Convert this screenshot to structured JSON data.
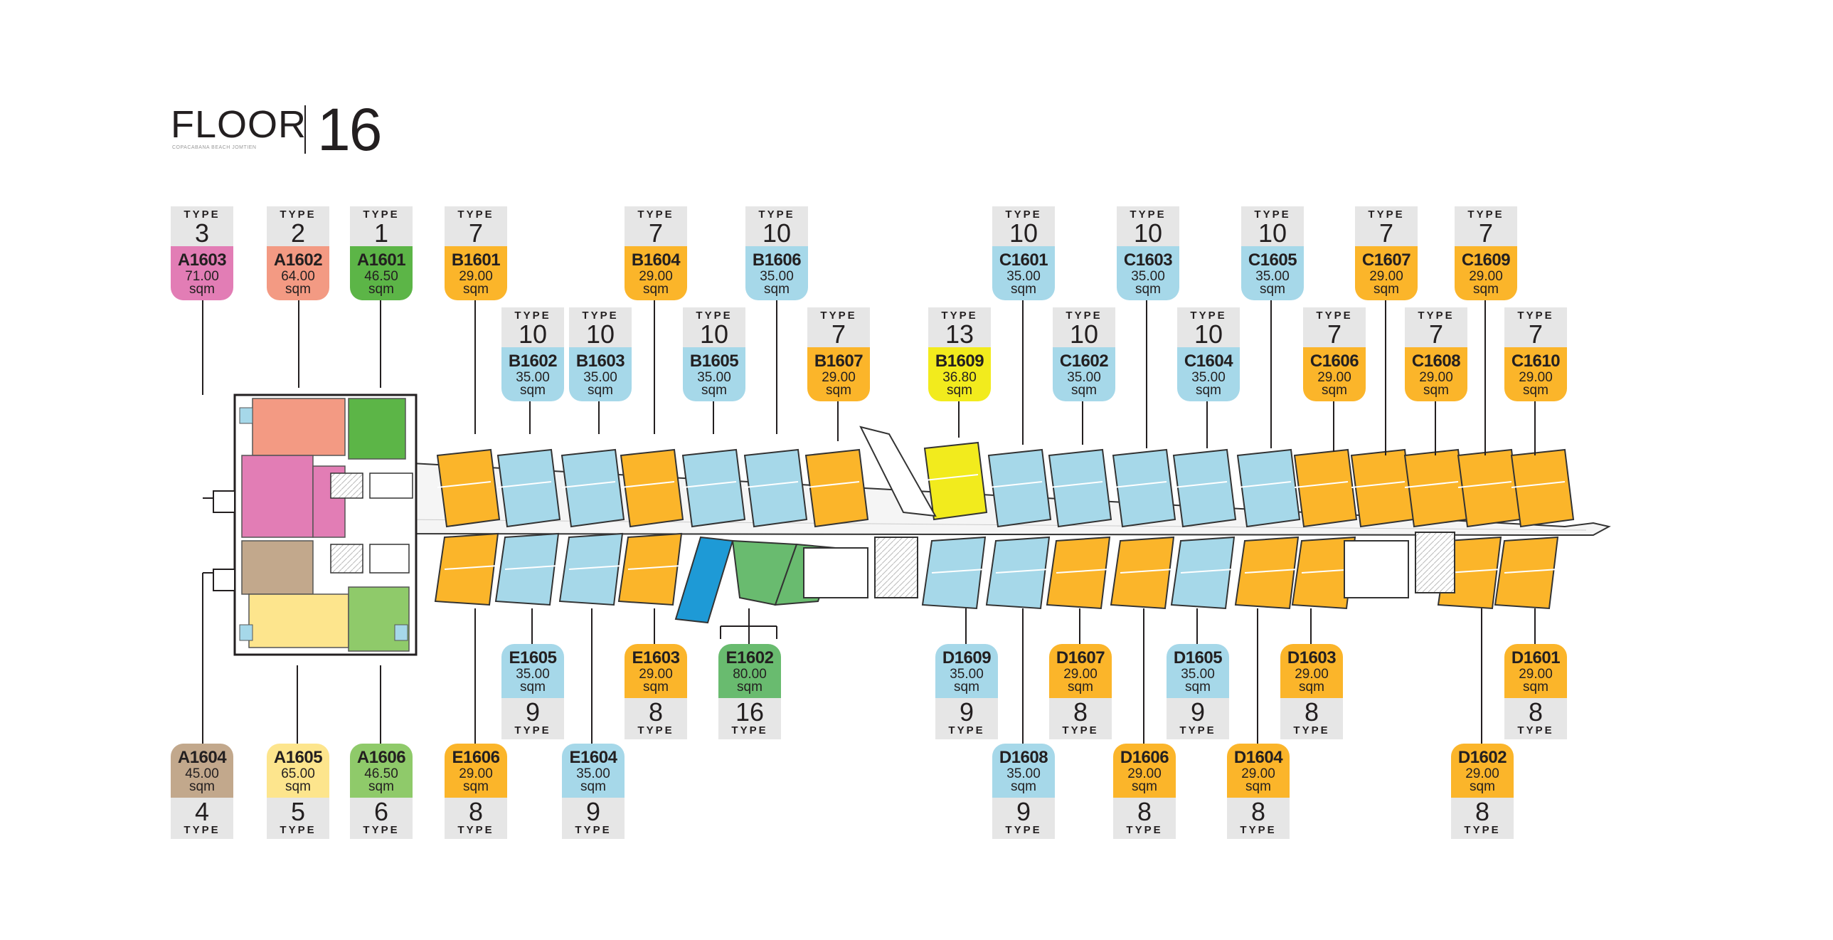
{
  "header": {
    "floor_label": "FLOOR",
    "floor_number": "16",
    "subtitle": "COPACABANA BEACH JOMTIEN"
  },
  "labels": {
    "type_word": "TYPE",
    "area_unit": "sqm"
  },
  "colors": {
    "type_1": "#5cb547",
    "type_2": "#f39a83",
    "type_3": "#e27db5",
    "type_4": "#c2a88c",
    "type_5": "#fde58d",
    "type_6": "#8fca6a",
    "type_7_8": "#fbb52a",
    "type_9_10": "#a6d8e9",
    "type_13": "#f2eb1d",
    "type_16": "#69bb6f",
    "tag_grey": "#e6e6e6"
  },
  "units_top": [
    {
      "code": "A1603",
      "area": "71.00",
      "type": "3",
      "color": "pink"
    },
    {
      "code": "A1602",
      "area": "64.00",
      "type": "2",
      "color": "salmon"
    },
    {
      "code": "A1601",
      "area": "46.50",
      "type": "1",
      "color": "green"
    },
    {
      "code": "B1601",
      "area": "29.00",
      "type": "7",
      "color": "orange"
    },
    {
      "code": "B1602",
      "area": "35.00",
      "type": "10",
      "color": "blue"
    },
    {
      "code": "B1603",
      "area": "35.00",
      "type": "10",
      "color": "blue"
    },
    {
      "code": "B1604",
      "area": "29.00",
      "type": "7",
      "color": "orange"
    },
    {
      "code": "B1605",
      "area": "35.00",
      "type": "10",
      "color": "blue"
    },
    {
      "code": "B1606",
      "area": "35.00",
      "type": "10",
      "color": "blue"
    },
    {
      "code": "B1607",
      "area": "29.00",
      "type": "7",
      "color": "orange"
    },
    {
      "code": "B1609",
      "area": "36.80",
      "type": "13",
      "color": "yellow"
    },
    {
      "code": "C1601",
      "area": "35.00",
      "type": "10",
      "color": "blue"
    },
    {
      "code": "C1602",
      "area": "35.00",
      "type": "10",
      "color": "blue"
    },
    {
      "code": "C1603",
      "area": "35.00",
      "type": "10",
      "color": "blue"
    },
    {
      "code": "C1604",
      "area": "35.00",
      "type": "10",
      "color": "blue"
    },
    {
      "code": "C1605",
      "area": "35.00",
      "type": "10",
      "color": "blue"
    },
    {
      "code": "C1606",
      "area": "29.00",
      "type": "7",
      "color": "orange"
    },
    {
      "code": "C1607",
      "area": "29.00",
      "type": "7",
      "color": "orange"
    },
    {
      "code": "C1608",
      "area": "29.00",
      "type": "7",
      "color": "orange"
    },
    {
      "code": "C1609",
      "area": "29.00",
      "type": "7",
      "color": "orange"
    },
    {
      "code": "C1610",
      "area": "29.00",
      "type": "7",
      "color": "orange"
    }
  ],
  "units_bottom": [
    {
      "code": "A1604",
      "area": "45.00",
      "type": "4",
      "color": "tan"
    },
    {
      "code": "A1605",
      "area": "65.00",
      "type": "5",
      "color": "lyellow"
    },
    {
      "code": "A1606",
      "area": "46.50",
      "type": "6",
      "color": "lgreen"
    },
    {
      "code": "E1606",
      "area": "29.00",
      "type": "8",
      "color": "orange"
    },
    {
      "code": "E1605",
      "area": "35.00",
      "type": "9",
      "color": "blue"
    },
    {
      "code": "E1604",
      "area": "35.00",
      "type": "9",
      "color": "blue"
    },
    {
      "code": "E1603",
      "area": "29.00",
      "type": "8",
      "color": "orange"
    },
    {
      "code": "E1602",
      "area": "80.00",
      "type": "16",
      "color": "e16"
    },
    {
      "code": "D1609",
      "area": "35.00",
      "type": "9",
      "color": "blue"
    },
    {
      "code": "D1608",
      "area": "35.00",
      "type": "9",
      "color": "blue"
    },
    {
      "code": "D1607",
      "area": "29.00",
      "type": "8",
      "color": "orange"
    },
    {
      "code": "D1606",
      "area": "29.00",
      "type": "8",
      "color": "orange"
    },
    {
      "code": "D1605",
      "area": "35.00",
      "type": "9",
      "color": "blue"
    },
    {
      "code": "D1604",
      "area": "29.00",
      "type": "8",
      "color": "orange"
    },
    {
      "code": "D1603",
      "area": "29.00",
      "type": "8",
      "color": "orange"
    },
    {
      "code": "D1602",
      "area": "29.00",
      "type": "8",
      "color": "orange"
    },
    {
      "code": "D1601",
      "area": "29.00",
      "type": "8",
      "color": "orange"
    }
  ]
}
